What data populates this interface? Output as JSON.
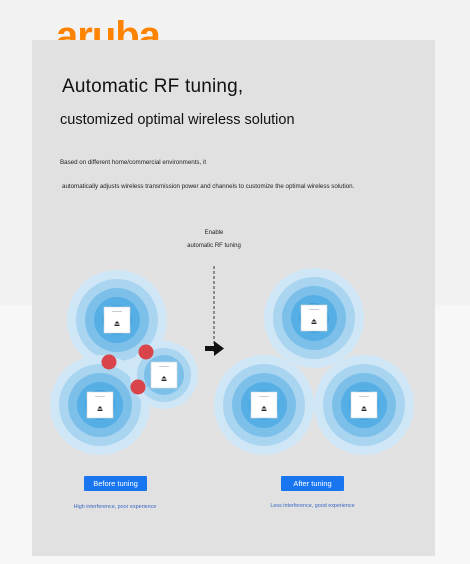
{
  "brand": {
    "logo_text": "aruba",
    "color": "#ff8300"
  },
  "title": {
    "line1": "Automatic RF tuning,",
    "line2": "customized optimal wireless solution"
  },
  "description": {
    "line1": "Based on different home/commercial environments, it",
    "line2": "automatically adjusts wireless transmission power and channels to customize the optimal wireless solution."
  },
  "transition": {
    "line1": "Enable",
    "line2": "automatic RF tuning",
    "arrow_icon": "right-arrow-icon"
  },
  "before": {
    "button_label": "Before tuning",
    "caption": "High interference, poor experience",
    "access_points": 3,
    "interference_points": 3
  },
  "after": {
    "button_label": "After tuning",
    "caption": "Less interference, good experience",
    "access_points": 3
  },
  "colors": {
    "accent_blue": "#1976f0",
    "signal_blue": "#5fb8e8",
    "interference_red": "#d9434a",
    "panel_gray": "#e1e1e1"
  }
}
